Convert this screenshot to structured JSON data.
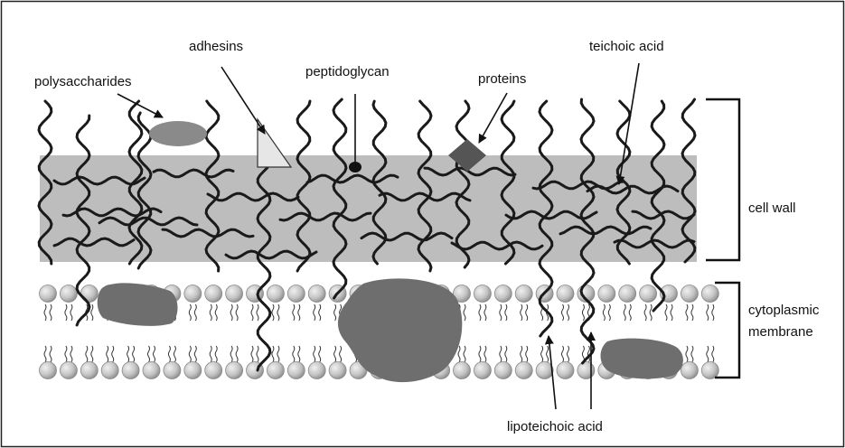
{
  "labels": {
    "polysaccharides": "polysaccharides",
    "adhesins": "adhesins",
    "peptidoglycan": "peptidoglycan",
    "proteins": "proteins",
    "teichoic_acid": "teichoic acid",
    "cell_wall": "cell wall",
    "cytoplasmic_membrane_line1": "cytoplasmic",
    "cytoplasmic_membrane_line2": "membrane",
    "lipoteichoic_acid": "lipoteichoic acid"
  },
  "colors": {
    "wall_fill": "#bdbdbd",
    "strand": "#1a1a1a",
    "protein_gray": "#6e6e6e",
    "polysaccharide_gray": "#8a8a8a",
    "diamond_gray": "#555555",
    "adhesin_fill": "#e6e6e6",
    "lipid_head": "#c4c4c4"
  }
}
